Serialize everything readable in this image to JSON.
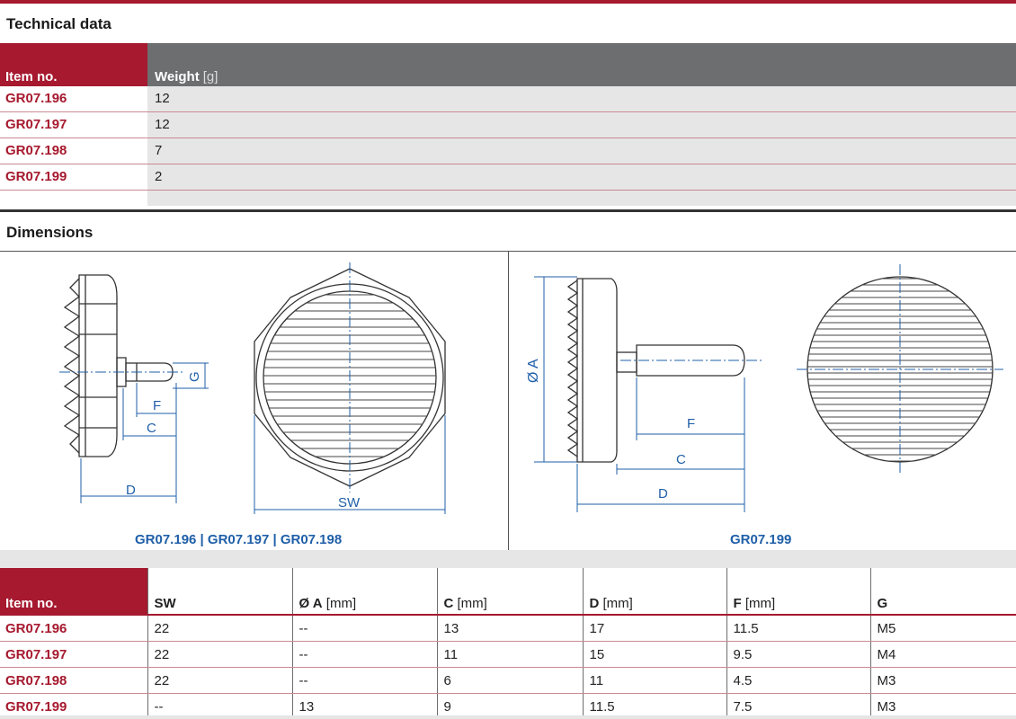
{
  "technical": {
    "title": "Technical data",
    "header": {
      "item": "Item no.",
      "weight": "Weight",
      "weight_unit": "[g]"
    },
    "rows": [
      {
        "item": "GR07.196",
        "weight": "12"
      },
      {
        "item": "GR07.197",
        "weight": "12"
      },
      {
        "item": "GR07.198",
        "weight": "7"
      },
      {
        "item": "GR07.199",
        "weight": "2"
      }
    ]
  },
  "dimensions": {
    "title": "Dimensions",
    "left_labels": {
      "g": "G",
      "f": "F",
      "c": "C",
      "d": "D",
      "sw": "SW"
    },
    "right_labels": {
      "a": "Ø A",
      "f": "F",
      "c": "C",
      "d": "D"
    },
    "caption_left": "GR07.196  |  GR07.197  |  GR07.198",
    "caption_right": "GR07.199"
  },
  "dim_table": {
    "headers": [
      {
        "bold": "Item no.",
        "unit": ""
      },
      {
        "bold": "SW",
        "unit": ""
      },
      {
        "bold": "Ø A",
        "unit": "[mm]"
      },
      {
        "bold": "C",
        "unit": "[mm]"
      },
      {
        "bold": "D",
        "unit": "[mm]"
      },
      {
        "bold": "F",
        "unit": "[mm]"
      },
      {
        "bold": "G",
        "unit": ""
      }
    ],
    "rows": [
      [
        "GR07.196",
        "22",
        "--",
        "13",
        "17",
        "11.5",
        "M5"
      ],
      [
        "GR07.197",
        "22",
        "--",
        "11",
        "15",
        "9.5",
        "M4"
      ],
      [
        "GR07.198",
        "22",
        "--",
        "6",
        "11",
        "4.5",
        "M3"
      ],
      [
        "GR07.199",
        "--",
        "13",
        "9",
        "11.5",
        "7.5",
        "M3"
      ]
    ]
  },
  "colors": {
    "brand_red": "#a6192e",
    "header_gray": "#6d6e70",
    "dim_blue": "#1f5fa8",
    "row_gray": "#e6e6e7"
  }
}
